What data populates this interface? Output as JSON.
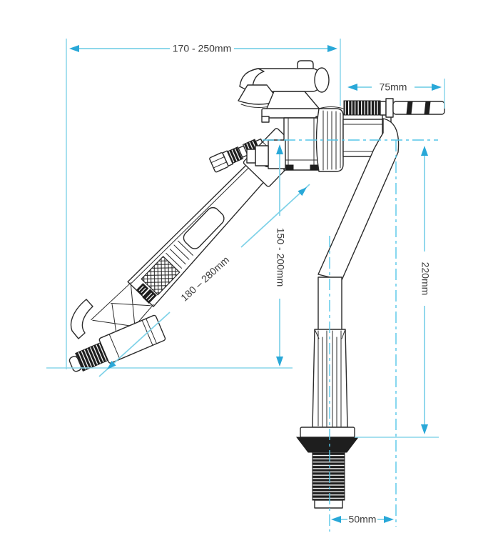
{
  "diagram": {
    "type": "technical-drawing",
    "subject": "Bottom-entry toilet cistern fill valve with float arm",
    "colors": {
      "dimension_line": "#7fd2e8",
      "dimension_arrow": "#29a8d8",
      "centerline": "#55c6e8",
      "label_text": "#3a3a3a",
      "part_outline": "#2b2b2b",
      "background": "#ffffff"
    },
    "dimensions": {
      "overall_width": "170 - 250mm",
      "side_rod_length": "75mm",
      "float_drop": "150 - 200mm",
      "arm_length": "180 – 280mm",
      "valve_height": "220mm",
      "base_offset": "50mm"
    }
  }
}
